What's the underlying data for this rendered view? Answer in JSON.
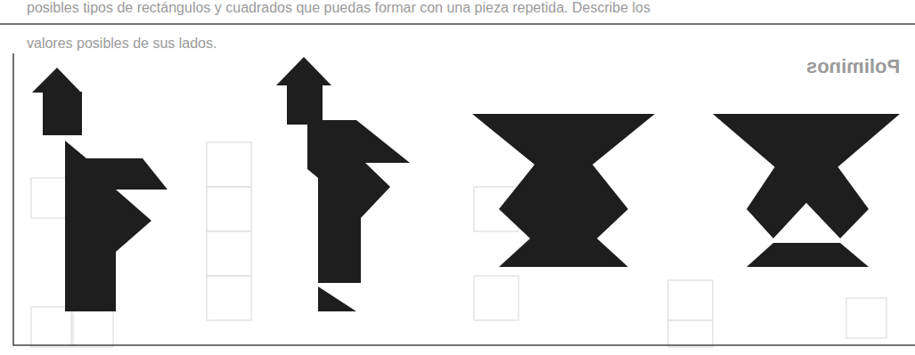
{
  "diagram": {
    "labels": [
      "posibles tipos de rectángulos y cuadrados que puedas formar con una pieza repetida. Describe los",
      "valores posibles de sus lados.",
      "Poliminos"
    ]
  }
}
